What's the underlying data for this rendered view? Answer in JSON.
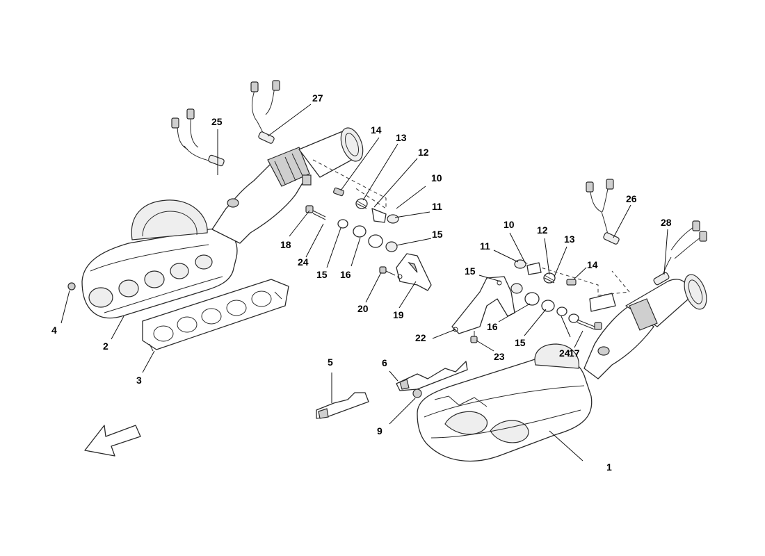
{
  "callouts": {
    "c1": "1",
    "c2": "2",
    "c3": "3",
    "c4": "4",
    "c5": "5",
    "c6": "6",
    "c9": "9",
    "c10a": "10",
    "c10b": "10",
    "c11a": "11",
    "c11b": "11",
    "c12a": "12",
    "c12b": "12",
    "c13a": "13",
    "c13b": "13",
    "c14a": "14",
    "c14b": "14",
    "c15a": "15",
    "c15b": "15",
    "c15c": "15",
    "c15d": "15",
    "c16a": "16",
    "c16b": "16",
    "c17": "17",
    "c18": "18",
    "c19": "19",
    "c20": "20",
    "c22": "22",
    "c23": "23",
    "c24a": "24",
    "c24b": "24",
    "c25": "25",
    "c26": "26",
    "c27": "27",
    "c28": "28"
  },
  "icons": {
    "direction": "arrow-down-left-icon"
  }
}
